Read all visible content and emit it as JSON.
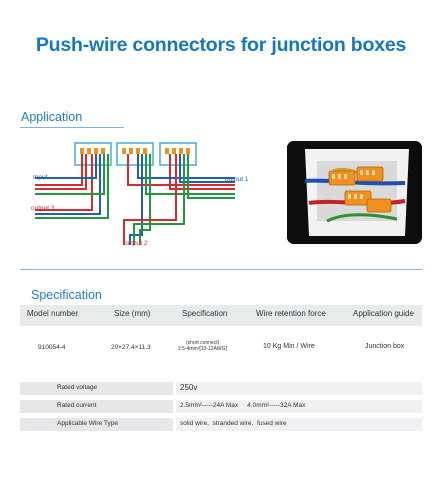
{
  "title": "Push-wire connectors for junction boxes",
  "application": {
    "heading": "Application",
    "labels": {
      "input": "Input",
      "output1": "output 1",
      "output2": "output 2",
      "output3": "output 3"
    }
  },
  "specification": {
    "heading": "Specification",
    "columns": [
      "Model number",
      "Size (mm)",
      "Specification",
      "Wire retention force",
      "Application guide"
    ],
    "row": {
      "model": "910054-4",
      "size": "20×27.4×11.3",
      "spec_line1": "(short connect)",
      "spec_line2": "2.5-4mm²[10-12AWG]",
      "force": "10 Kg Min / Wire",
      "guide": "Junction box"
    }
  },
  "ratings": [
    {
      "label": "Rated voltage",
      "value": "250v"
    },
    {
      "label": "Rated current",
      "value": "2.5mm²-----24A Max     4.0mm²-----32A Max"
    },
    {
      "label": "Applicable Wire Type",
      "value": "solid wire,  stranded wire,  fused wire"
    }
  ],
  "colors": {
    "accent": "#1578c4",
    "wire_red": "#d92b2b",
    "wire_blue": "#1f5fb8",
    "wire_green": "#1f9a3b",
    "connector_orange": "#f0901e"
  }
}
